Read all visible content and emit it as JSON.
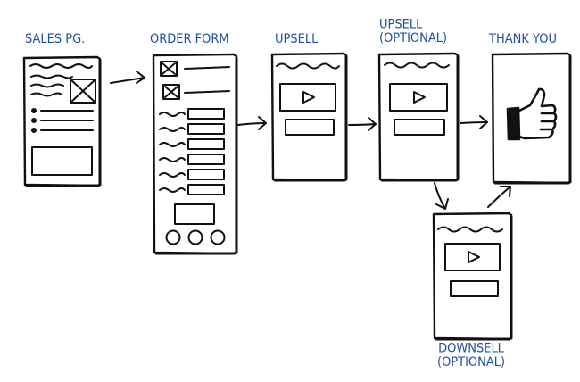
{
  "diagram": {
    "stages": [
      {
        "id": "sales",
        "label": "SALES PG."
      },
      {
        "id": "order",
        "label": "ORDER FORM"
      },
      {
        "id": "upsell1",
        "label": "UPSELL"
      },
      {
        "id": "upsell2",
        "label_lines": [
          "UPSELL",
          "(OPTIONAL)"
        ]
      },
      {
        "id": "thankyou",
        "label": "THANK YOU"
      },
      {
        "id": "downsell",
        "label_lines": [
          "DOWNSELL",
          "(OPTIONAL)"
        ]
      }
    ],
    "flow": [
      [
        "sales",
        "order"
      ],
      [
        "order",
        "upsell1"
      ],
      [
        "upsell1",
        "upsell2"
      ],
      [
        "upsell2",
        "thankyou"
      ],
      [
        "upsell2",
        "downsell"
      ],
      [
        "downsell",
        "thankyou"
      ]
    ],
    "colors": {
      "ink": "#111111",
      "label": "#1f4fa0"
    },
    "icons": {
      "video": "play-triangle",
      "thankyou": "thumbs-up"
    }
  }
}
